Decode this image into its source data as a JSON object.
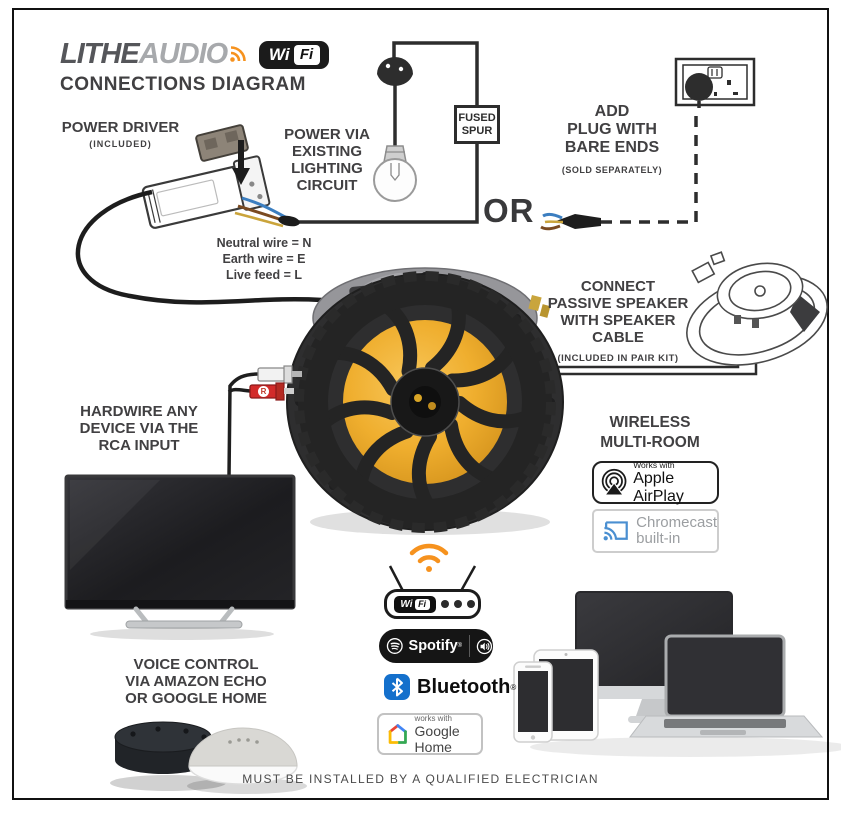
{
  "brand": {
    "name_primary": "LITHE",
    "name_secondary": "AUDIO",
    "wifi_wi": "Wi",
    "wifi_fi": "Fi",
    "title": "CONNECTIONS DIAGRAM"
  },
  "labels": {
    "power_driver": {
      "line": "POWER DRIVER",
      "sub": "(INCLUDED)"
    },
    "wire_key": [
      "Neutral wire = N",
      "Earth wire = E",
      "Live feed = L"
    ],
    "lighting": [
      "POWER VIA",
      "EXISTING",
      "LIGHTING",
      "CIRCUIT"
    ],
    "fused_spur": [
      "FUSED",
      "SPUR"
    ],
    "or": "OR",
    "add_plug": {
      "lines": [
        "ADD",
        "PLUG WITH",
        "BARE ENDS"
      ],
      "sub": "(SOLD SEPARATELY)"
    },
    "passive_speaker": {
      "lines": [
        "CONNECT",
        "PASSIVE SPEAKER",
        "WITH SPEAKER",
        "CABLE"
      ],
      "sub": "(INCLUDED IN PAIR KIT)"
    },
    "hardwire": [
      "HARDWIRE ANY",
      "DEVICE VIA THE",
      "RCA INPUT"
    ],
    "wireless": [
      "WIRELESS",
      "MULTI-ROOM"
    ],
    "voice": [
      "VOICE CONTROL",
      "VIA AMAZON ECHO",
      "OR GOOGLE HOME"
    ],
    "footer": "MUST BE INSTALLED BY A QUALIFIED ELECTRICIAN"
  },
  "badges": {
    "airplay": {
      "top": "Works with",
      "name": "Apple AirPlay"
    },
    "chromecast": {
      "line1": "Chromecast",
      "line2": "built-in"
    },
    "router": {
      "wi": "Wi",
      "fi": "Fi"
    },
    "spotify": {
      "name": "Spotify",
      "reg": "®"
    },
    "bluetooth": {
      "name": "Bluetooth",
      "reg": "®"
    },
    "google_home": {
      "top": "works with",
      "name": "Google Home"
    }
  },
  "rca": {
    "right_label": "R"
  },
  "colors": {
    "accent_orange": "#F6921E",
    "line": "#2D2D2D",
    "text": "#414042",
    "speaker_gold": "#F0AE2E",
    "bluetooth_blue": "#1470CC",
    "chromecast_blue": "#4A8FD1",
    "google_red": "#EA4335",
    "google_yellow": "#FBBC05",
    "google_green": "#34A853",
    "google_blue": "#4285F4"
  }
}
